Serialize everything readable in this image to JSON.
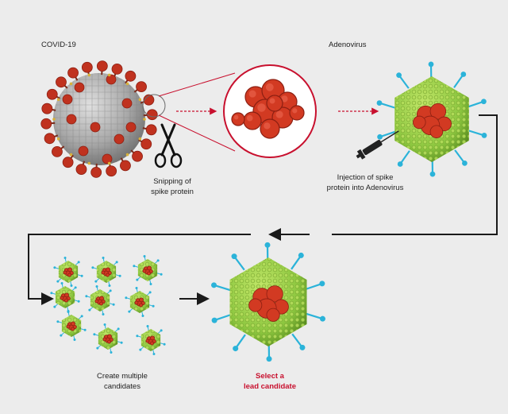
{
  "labels": {
    "covid": "COVID-19",
    "adenovirus": "Adenovirus",
    "snipping_1": "Snipping of",
    "snipping_2": "spike protein",
    "injection_1": "Injection of spike",
    "injection_2": "protein into Adenovirus",
    "create_1": "Create multiple",
    "create_2": "candidates",
    "select_1": "Select a",
    "select_2": "lead candidate"
  },
  "colors": {
    "background": "#ececec",
    "virus_gray": "#9a9a9a",
    "spike_red": "#c0321f",
    "protein_red": "#d23a22",
    "adeno_green": "#8cc63f",
    "adeno_spike_cyan": "#2bb3d9",
    "accent_red": "#c8102e",
    "arrow_dark": "#1a1a1a"
  },
  "candidate_count": 9
}
